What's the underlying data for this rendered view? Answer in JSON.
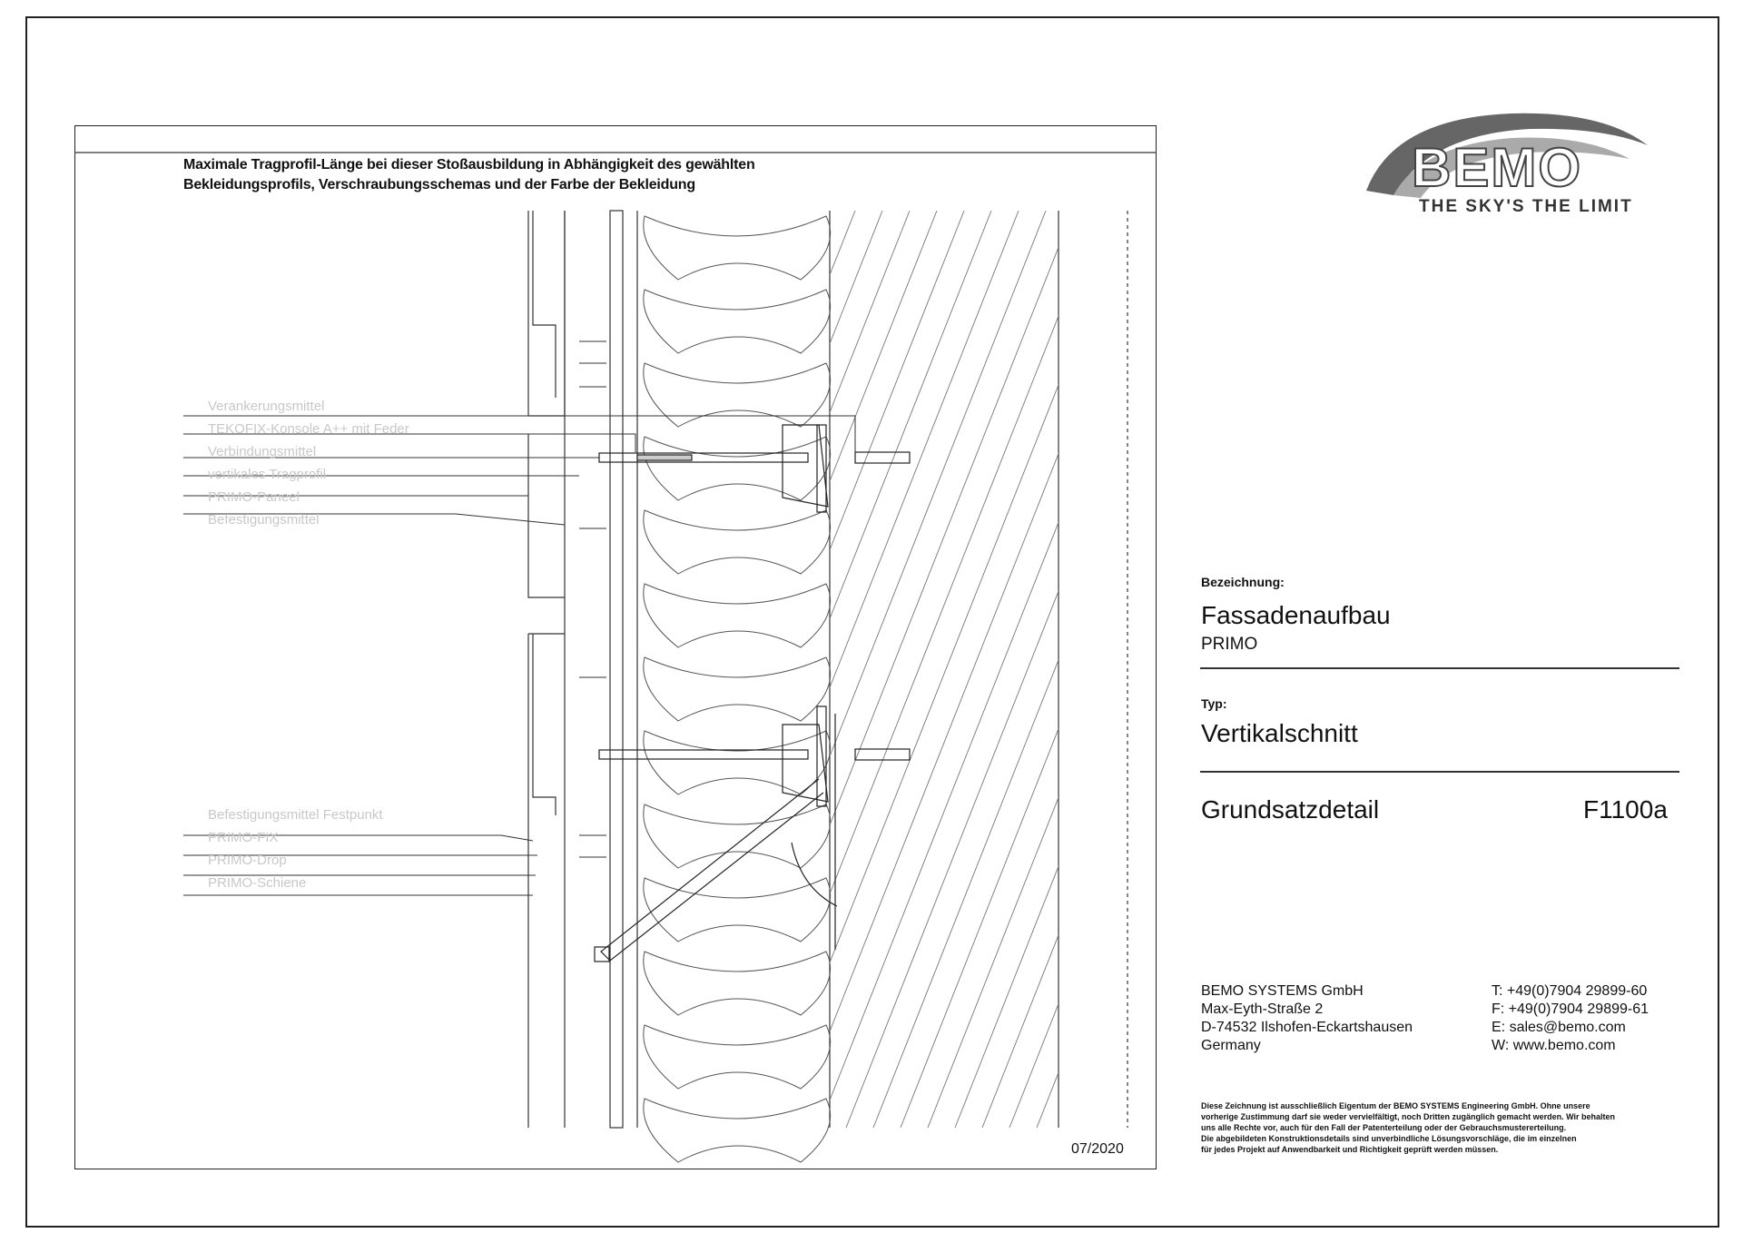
{
  "drawing": {
    "note_line1": "Maximale Tragprofil-Länge bei dieser Stoßausbildung in Abhängigkeit des gewählten",
    "note_line2": "Bekleidungsprofils, Verschraubungsschemas und der Farbe der Bekleidung",
    "labels_upper": [
      "Verankerungsmittel",
      "TEKOFIX-Konsole A++ mit Feder",
      "Verbindungsmittel",
      "vertikales Tragprofil",
      "PRIMO-Paneel",
      "Befestigungsmittel"
    ],
    "labels_lower": [
      "Befestigungsmittel Festpunkt",
      "PRIMO-FIX",
      "PRIMO-Drop",
      "PRIMO-Schiene"
    ],
    "date": "07/2020"
  },
  "logo": {
    "brand": "BEMO",
    "slogan": "THE SKY'S THE LIMIT"
  },
  "title_block": {
    "bezeichnung_label": "Bezeichnung:",
    "title": "Fassadenaufbau",
    "subtitle": "PRIMO",
    "typ_label": "Typ:",
    "typ": "Vertikalschnitt",
    "detail_label": "Grundsatzdetail",
    "detail_number": "F1100a"
  },
  "company": {
    "name": "BEMO SYSTEMS GmbH",
    "street": "Max-Eyth-Straße 2",
    "city": "D-74532 Ilshofen-Eckartshausen",
    "country": "Germany",
    "phone": "T:  +49(0)7904 29899-60",
    "fax": "F:  +49(0)7904 29899-61",
    "email": "E:  sales@bemo.com",
    "web": "W: www.bemo.com"
  },
  "legal": {
    "line1": "Diese Zeichnung ist ausschließlich Eigentum der BEMO SYSTEMS Engineering GmbH. Ohne unsere",
    "line2": "vorherige Zustimmung darf sie weder vervielfältigt, noch Dritten zugänglich gemacht werden. Wir behalten",
    "line3": "uns alle Rechte vor, auch für den Fall der Patenterteilung oder der Gebrauchsmustererteilung.",
    "line4": "Die abgebildeten Konstruktionsdetails sind unverbindliche Lösungsvorschläge, die im einzelnen",
    "line5": "für jedes Projekt auf Anwendbarkeit und Richtigkeit geprüft werden müssen."
  }
}
